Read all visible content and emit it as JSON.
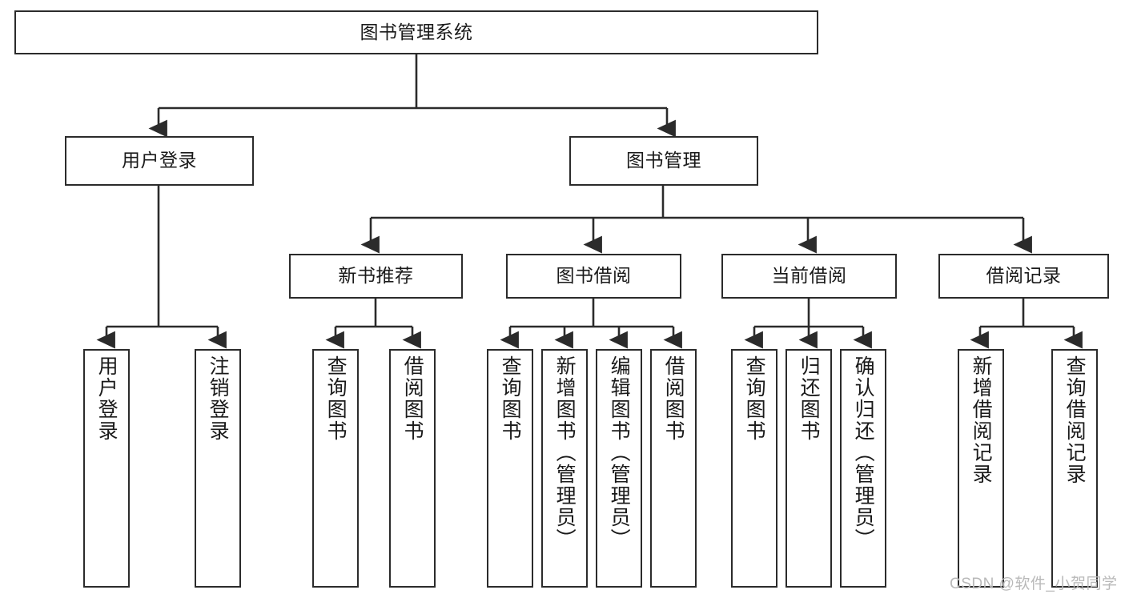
{
  "diagram": {
    "type": "tree",
    "title_node": {
      "label": "图书管理系统"
    },
    "level2": [
      {
        "label": "用户登录"
      },
      {
        "label": "图书管理"
      }
    ],
    "level3": [
      {
        "label": "新书推荐"
      },
      {
        "label": "图书借阅"
      },
      {
        "label": "当前借阅"
      },
      {
        "label": "借阅记录"
      }
    ],
    "leaves": {
      "user_login": [
        {
          "label": "用户登录"
        },
        {
          "label": "注销登录"
        }
      ],
      "new_book_recommend": [
        {
          "label": "查询图书"
        },
        {
          "label": "借阅图书"
        }
      ],
      "book_borrow": [
        {
          "label": "查询图书"
        },
        {
          "label": "新增图书（管理员）"
        },
        {
          "label": "编辑图书（管理员）"
        },
        {
          "label": "借阅图书"
        }
      ],
      "current_borrow": [
        {
          "label": "查询图书"
        },
        {
          "label": "归还图书"
        },
        {
          "label": "确认归还（管理员）"
        }
      ],
      "borrow_records": [
        {
          "label": "新增借阅记录"
        },
        {
          "label": "查询借阅记录"
        }
      ]
    }
  },
  "watermark": {
    "text": "CSDN @软件_小贺同学"
  },
  "colors": {
    "stroke": "#2b2b2b",
    "fill": "#ffffff",
    "text": "#1a1a1a",
    "watermark": "#b9b9b9"
  }
}
